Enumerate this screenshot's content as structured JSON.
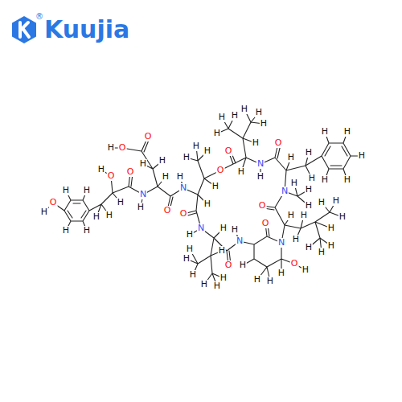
{
  "diagram": {
    "labels": [
      "Kuujia",
      "®",
      "O",
      "H",
      "H",
      "H",
      "H",
      "H",
      "H",
      "H",
      "O",
      "H",
      "H",
      "O",
      "N",
      "H",
      "H",
      "H",
      "H",
      "O",
      "O",
      "H",
      "O",
      "N",
      "H",
      "H",
      "H",
      "O",
      "H",
      "H",
      "H",
      "O",
      "H",
      "H",
      "H",
      "H",
      "H",
      "H",
      "H",
      "H",
      "N",
      "H",
      "O",
      "H",
      "H",
      "H",
      "H",
      "H",
      "H",
      "H",
      "H",
      "N",
      "H",
      "H",
      "H",
      "O",
      "H",
      "H",
      "H",
      "H",
      "H",
      "H",
      "H",
      "H",
      "H",
      "H",
      "N",
      "O",
      "O",
      "H",
      "H",
      "H",
      "H",
      "H",
      "N",
      "H",
      "O",
      "H",
      "O",
      "N",
      "H",
      "H",
      "H",
      "H",
      "H",
      "H",
      "H",
      "H"
    ]
  }
}
